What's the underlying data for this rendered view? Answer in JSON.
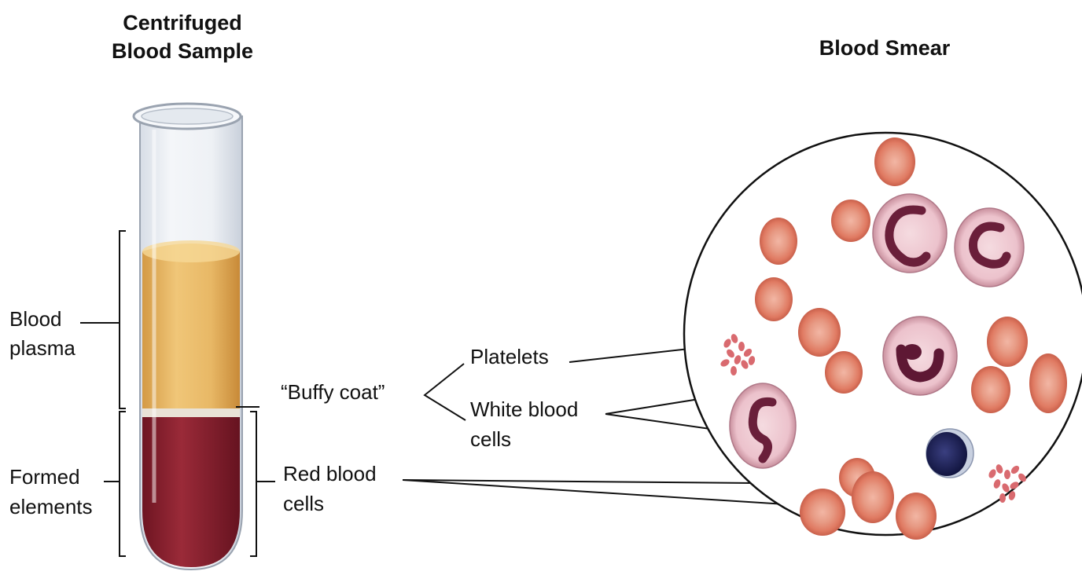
{
  "titles": {
    "tube_line1": "Centrifuged",
    "tube_line2": "Blood Sample",
    "smear": "Blood Smear"
  },
  "labels": {
    "plasma_line1": "Blood",
    "plasma_line2": "plasma",
    "formed_line1": "Formed",
    "formed_line2": "elements",
    "buffy_coat": "“Buffy coat”",
    "platelets": "Platelets",
    "wbc_line1": "White blood",
    "wbc_line2": "cells",
    "rbc_line1": "Red blood",
    "rbc_line2": "cells"
  },
  "colors": {
    "plasma": "#e8b866",
    "formed": "#8a1f2c",
    "buffy": "#e9e2d6",
    "rbc": "#e8806a",
    "wbc_cytoplasm": "#efc6cf",
    "wbc_nucleus": "#6a1f3a",
    "lymphocyte_nucleus": "#1c2052",
    "platelet": "#d96a6f"
  }
}
